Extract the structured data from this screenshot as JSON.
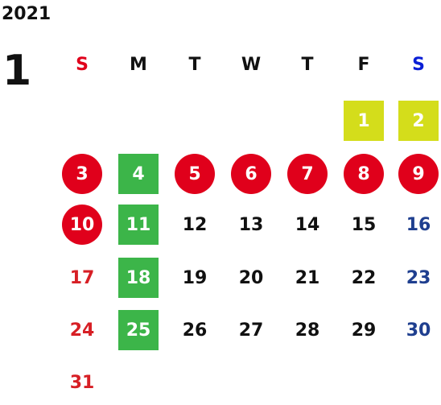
{
  "year": "2021",
  "month": "1",
  "colors": {
    "sunday": "#e0001b",
    "saturday": "#0a1fd6",
    "weekend_num_sun": "#d71f25",
    "weekend_num_sat": "#1f3f8f",
    "holiday_circle": "#e0001b",
    "green_box": "#3cb549",
    "yellow_box": "#d4dd1b",
    "text": "#111111"
  },
  "weekdays": [
    "S",
    "M",
    "T",
    "W",
    "T",
    "F",
    "S"
  ],
  "days": [
    {
      "d": "1",
      "col": 5,
      "row": 0,
      "style": "yellow"
    },
    {
      "d": "2",
      "col": 6,
      "row": 0,
      "style": "yellow"
    },
    {
      "d": "3",
      "col": 0,
      "row": 1,
      "style": "red-circle"
    },
    {
      "d": "4",
      "col": 1,
      "row": 1,
      "style": "green"
    },
    {
      "d": "5",
      "col": 2,
      "row": 1,
      "style": "red-circle"
    },
    {
      "d": "6",
      "col": 3,
      "row": 1,
      "style": "red-circle"
    },
    {
      "d": "7",
      "col": 4,
      "row": 1,
      "style": "red-circle"
    },
    {
      "d": "8",
      "col": 5,
      "row": 1,
      "style": "red-circle"
    },
    {
      "d": "9",
      "col": 6,
      "row": 1,
      "style": "red-circle"
    },
    {
      "d": "10",
      "col": 0,
      "row": 2,
      "style": "red-circle"
    },
    {
      "d": "11",
      "col": 1,
      "row": 2,
      "style": "green"
    },
    {
      "d": "12",
      "col": 2,
      "row": 2,
      "style": "plain"
    },
    {
      "d": "13",
      "col": 3,
      "row": 2,
      "style": "plain"
    },
    {
      "d": "14",
      "col": 4,
      "row": 2,
      "style": "plain"
    },
    {
      "d": "15",
      "col": 5,
      "row": 2,
      "style": "plain"
    },
    {
      "d": "16",
      "col": 6,
      "row": 2,
      "style": "sat"
    },
    {
      "d": "17",
      "col": 0,
      "row": 3,
      "style": "sun"
    },
    {
      "d": "18",
      "col": 1,
      "row": 3,
      "style": "green"
    },
    {
      "d": "19",
      "col": 2,
      "row": 3,
      "style": "plain"
    },
    {
      "d": "20",
      "col": 3,
      "row": 3,
      "style": "plain"
    },
    {
      "d": "21",
      "col": 4,
      "row": 3,
      "style": "plain"
    },
    {
      "d": "22",
      "col": 5,
      "row": 3,
      "style": "plain"
    },
    {
      "d": "23",
      "col": 6,
      "row": 3,
      "style": "sat"
    },
    {
      "d": "24",
      "col": 0,
      "row": 4,
      "style": "sun"
    },
    {
      "d": "25",
      "col": 1,
      "row": 4,
      "style": "green"
    },
    {
      "d": "26",
      "col": 2,
      "row": 4,
      "style": "plain"
    },
    {
      "d": "27",
      "col": 3,
      "row": 4,
      "style": "plain"
    },
    {
      "d": "28",
      "col": 4,
      "row": 4,
      "style": "plain"
    },
    {
      "d": "29",
      "col": 5,
      "row": 4,
      "style": "plain"
    },
    {
      "d": "30",
      "col": 6,
      "row": 4,
      "style": "sat"
    },
    {
      "d": "31",
      "col": 0,
      "row": 5,
      "style": "sun"
    }
  ]
}
